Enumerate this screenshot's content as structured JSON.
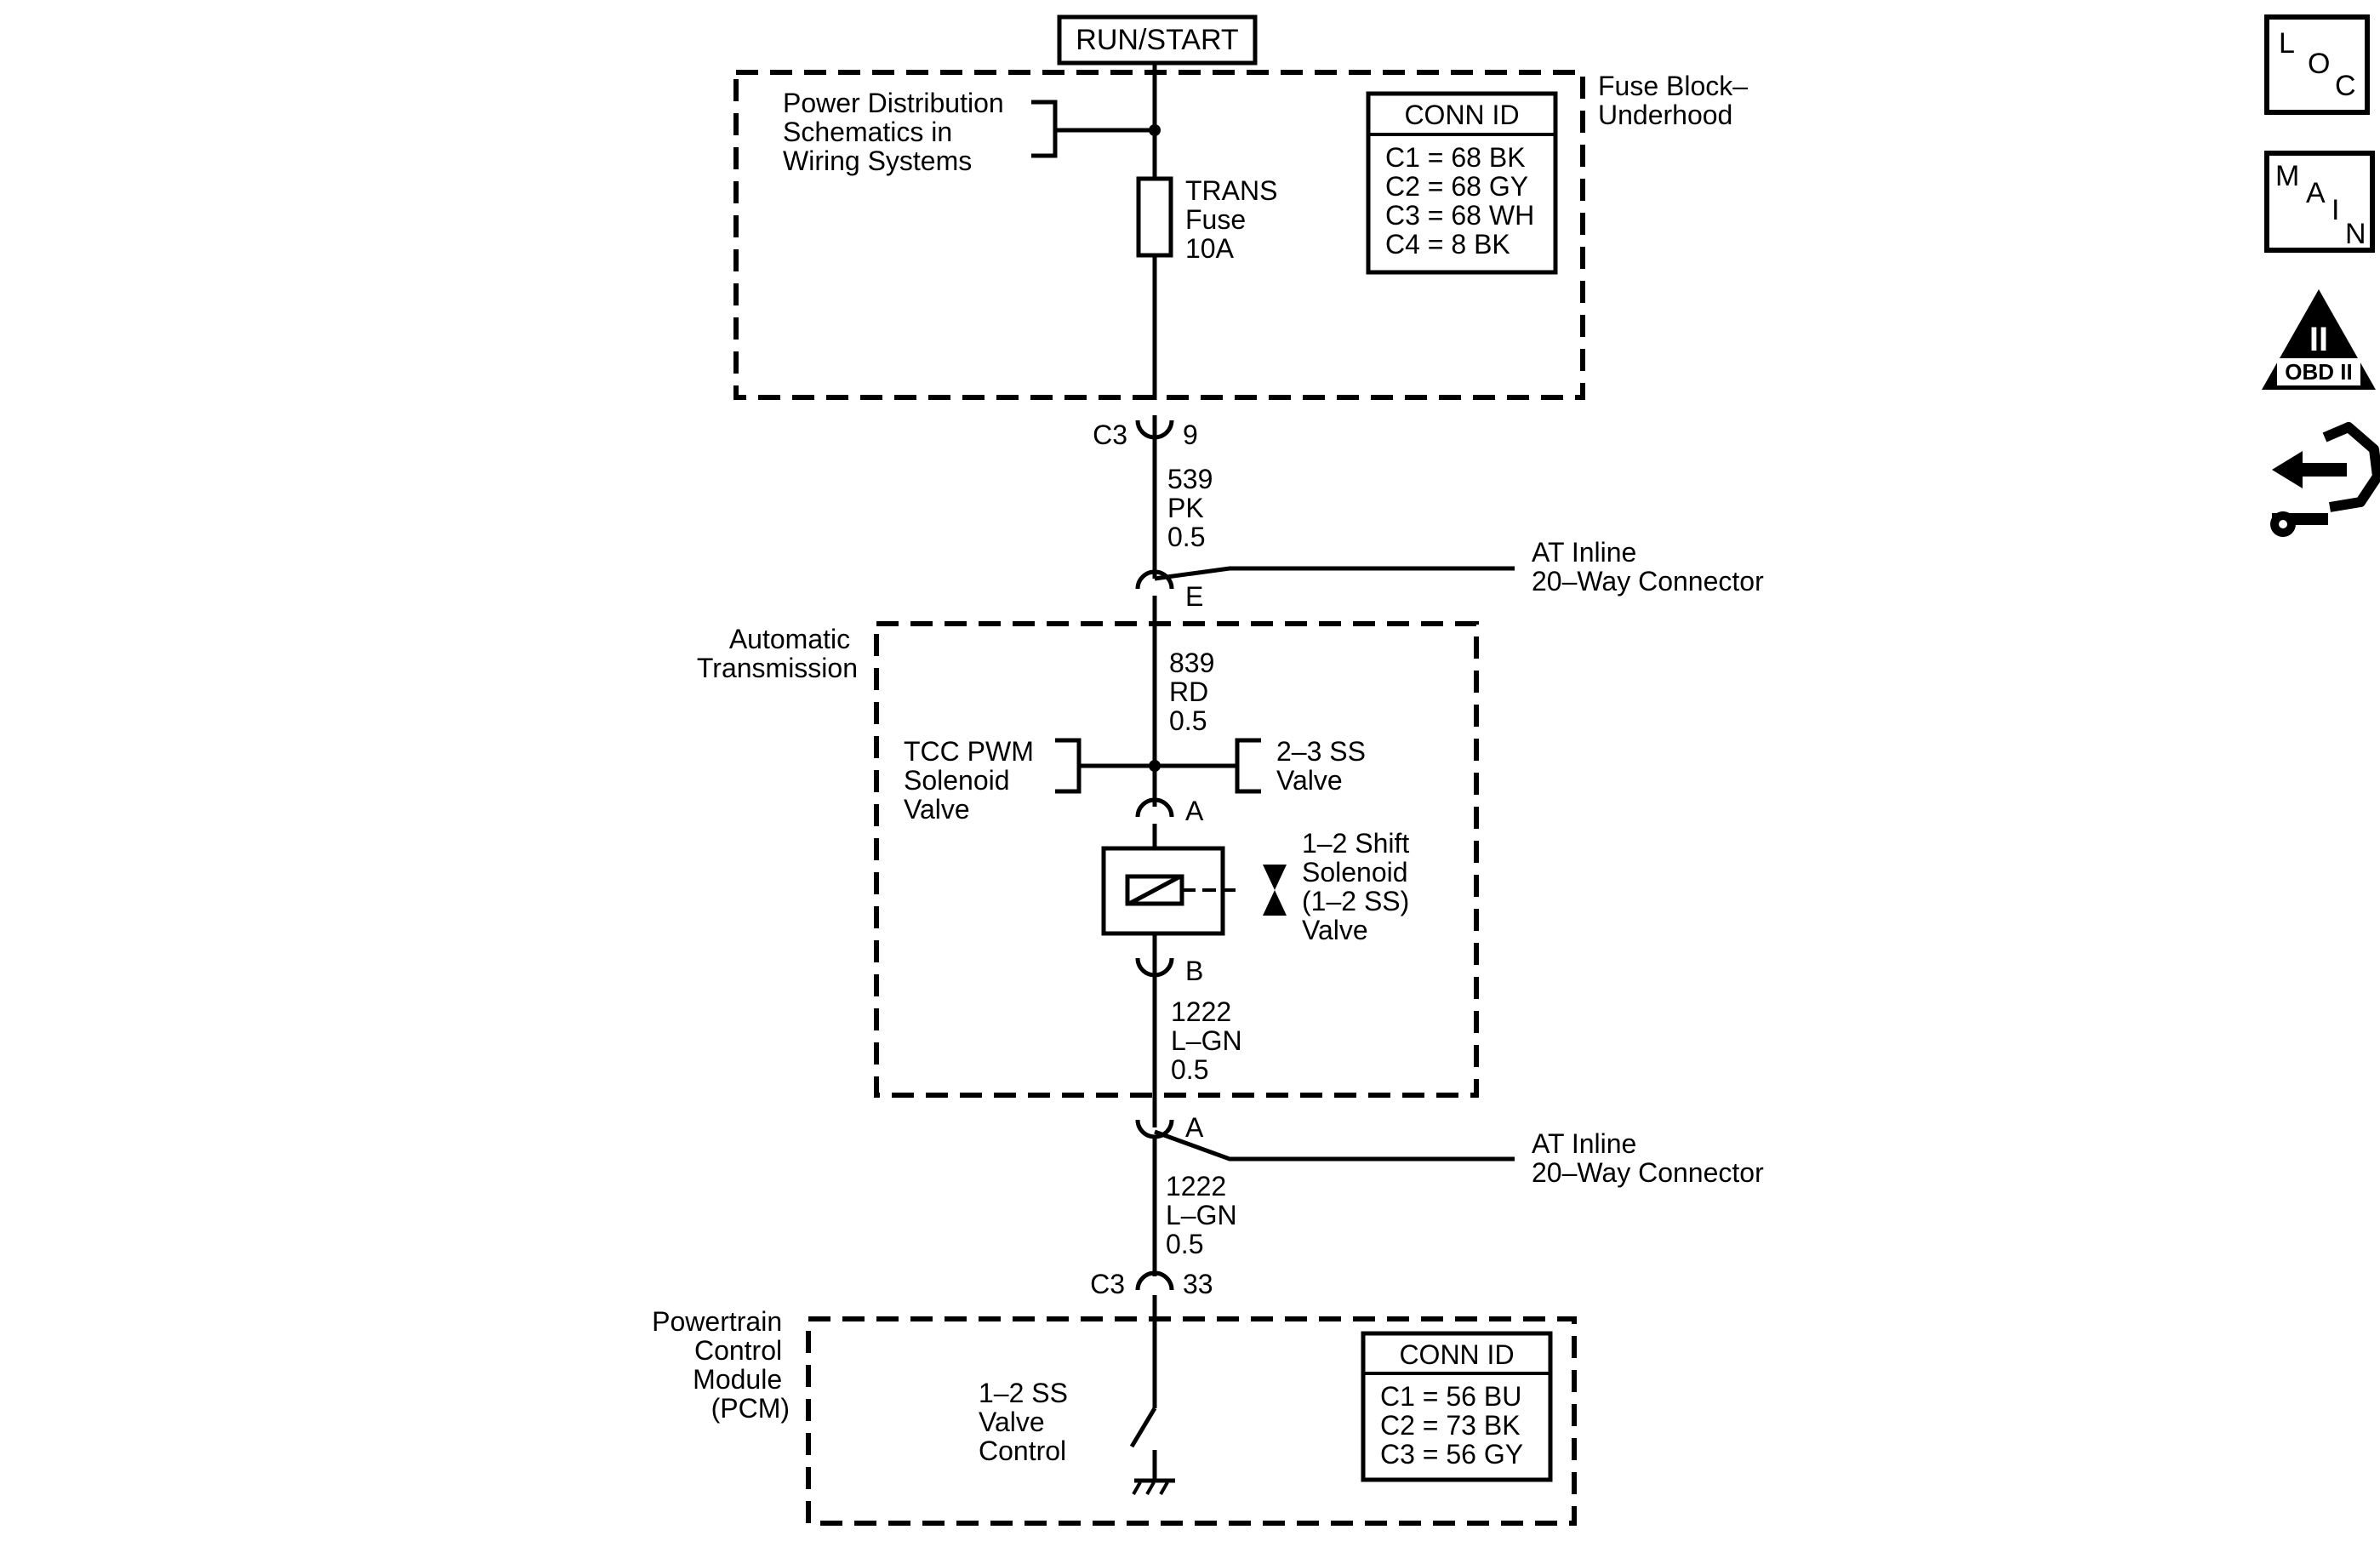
{
  "power_source": "RUN/START",
  "fuse_block": {
    "name_line1": "Fuse Block–",
    "name_line2": "Underhood",
    "ref_line1": "Power Distribution",
    "ref_line2": "Schematics in",
    "ref_line3": "Wiring Systems",
    "fuse_line1": "TRANS",
    "fuse_line2": "Fuse",
    "fuse_line3": "10A",
    "conn_id": {
      "title": "CONN ID",
      "rows": [
        "C1 = 68 BK",
        "C2 = 68 GY",
        "C3 = 68 WH",
        "C4 = 8 BK"
      ]
    }
  },
  "connector_c3_9": {
    "name": "C3",
    "pin": "9"
  },
  "wire_539": {
    "circuit": "539",
    "color": "PK",
    "gauge": "0.5"
  },
  "inline_connector_top": {
    "pin": "E",
    "name_line1": "AT Inline",
    "name_line2": "20–Way Connector"
  },
  "transmission": {
    "name_line1": "Automatic",
    "name_line2": "Transmission",
    "wire_839": {
      "circuit": "839",
      "color": "RD",
      "gauge": "0.5"
    },
    "tcc_line1": "TCC PWM",
    "tcc_line2": "Solenoid",
    "tcc_line3": "Valve",
    "ss23_line1": "2–3 SS",
    "ss23_line2": "Valve",
    "pin_a": "A",
    "pin_b": "B",
    "solenoid_line1": "1–2 Shift",
    "solenoid_line2": "Solenoid",
    "solenoid_line3": "(1–2 SS)",
    "solenoid_line4": "Valve",
    "wire_1222": {
      "circuit": "1222",
      "color": "L–GN",
      "gauge": "0.5"
    }
  },
  "inline_connector_bottom": {
    "pin": "A",
    "name_line1": "AT Inline",
    "name_line2": "20–Way Connector"
  },
  "wire_1222_lower": {
    "circuit": "1222",
    "color": "L–GN",
    "gauge": "0.5"
  },
  "connector_c3_33": {
    "name": "C3",
    "pin": "33"
  },
  "pcm": {
    "name_line1": "Powertrain",
    "name_line2": "Control",
    "name_line3": "Module",
    "name_line4": "(PCM)",
    "control_line1": "1–2 SS",
    "control_line2": "Valve",
    "control_line3": "Control",
    "conn_id": {
      "title": "CONN ID",
      "rows": [
        "C1 = 56 BU",
        "C2 = 73 BK",
        "C3 = 56 GY"
      ]
    }
  },
  "side_icons": {
    "loc": {
      "icon": "loc-icon",
      "letters": [
        "L",
        "O",
        "C"
      ]
    },
    "main": {
      "icon": "main-icon",
      "letters": [
        "M",
        "A",
        "I",
        "N"
      ]
    },
    "obd": {
      "icon": "obd-ii-icon",
      "numeral": "II",
      "label": "OBD II"
    },
    "nav": {
      "icon": "connector-end-view-icon"
    }
  }
}
